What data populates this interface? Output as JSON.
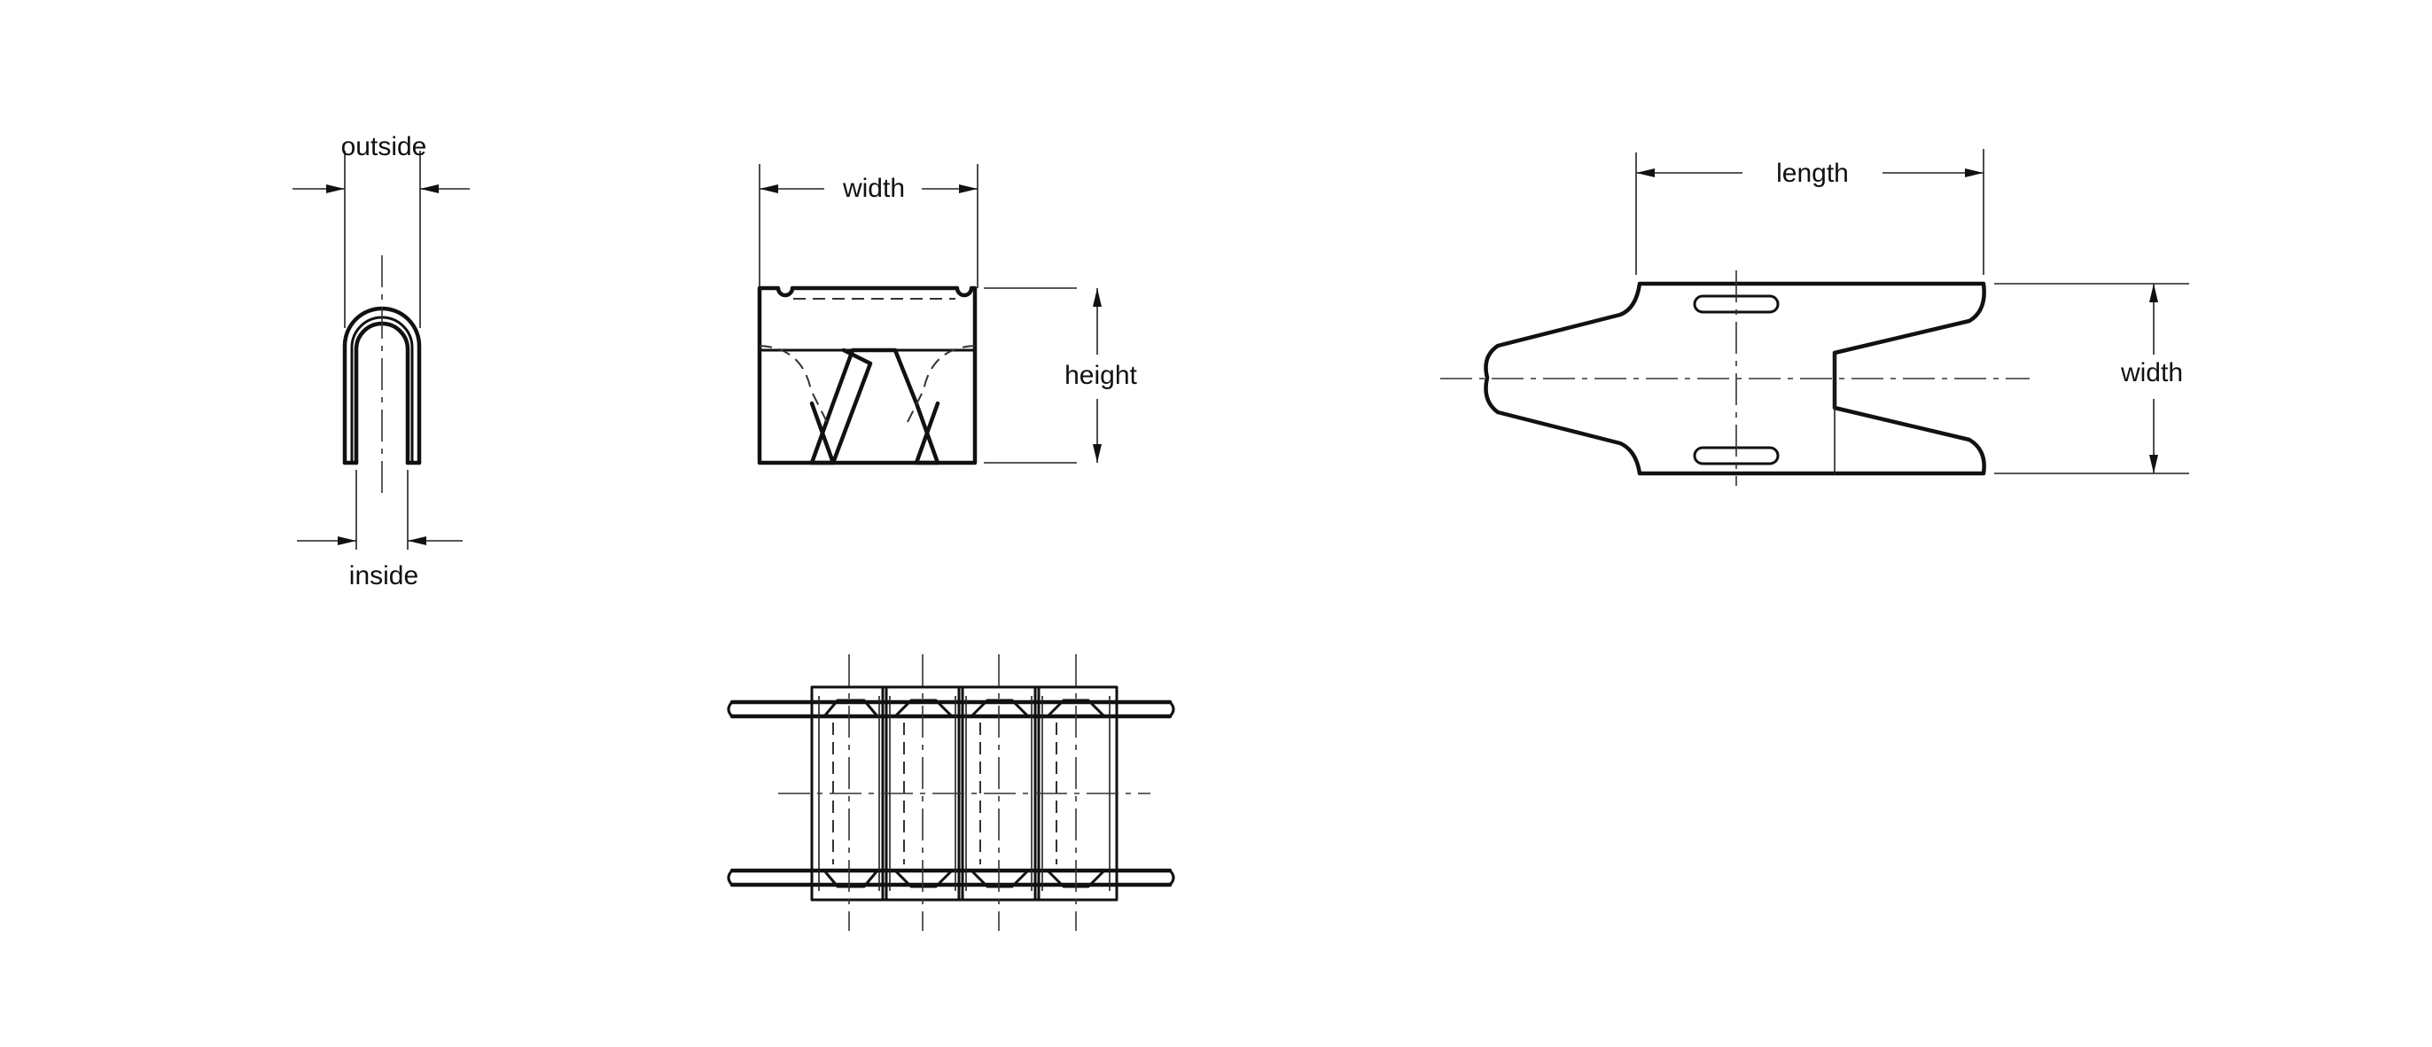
{
  "labels": {
    "clip_outside": "outside",
    "clip_inside": "inside",
    "front_width": "width",
    "front_height": "height",
    "plate_length": "length",
    "plate_width": "width"
  }
}
